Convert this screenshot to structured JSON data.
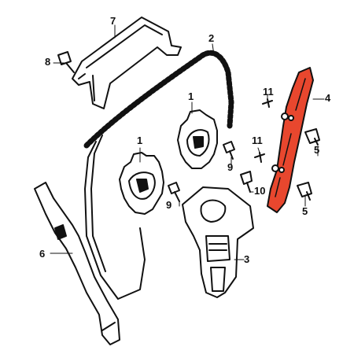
{
  "colors": {
    "ink": "#111111",
    "highlight": "#e8472e",
    "paper": "#ffffff"
  },
  "diagram": {
    "parts": [
      {
        "id": "p1",
        "label": "1",
        "part": "camshaft-sprocket",
        "highlighted": false
      },
      {
        "id": "p2",
        "label": "2",
        "part": "cam-chain",
        "highlighted": false
      },
      {
        "id": "p3",
        "label": "3",
        "part": "tensioner-assembly",
        "highlighted": false
      },
      {
        "id": "p4",
        "label": "4",
        "part": "chain-guide",
        "highlighted": true
      },
      {
        "id": "p5a",
        "label": "5",
        "part": "guide-bolt",
        "highlighted": false
      },
      {
        "id": "p5b",
        "label": "5",
        "part": "guide-bolt",
        "highlighted": false
      },
      {
        "id": "p6",
        "label": "6",
        "part": "tensioner-slipper",
        "highlighted": false
      },
      {
        "id": "p7",
        "label": "7",
        "part": "upper-chain-guide",
        "highlighted": false
      },
      {
        "id": "p8",
        "label": "8",
        "part": "bolt",
        "highlighted": false
      },
      {
        "id": "p9a",
        "label": "9",
        "part": "sprocket-bolt",
        "highlighted": false
      },
      {
        "id": "p9b",
        "label": "9",
        "part": "sprocket-bolt",
        "highlighted": false
      },
      {
        "id": "p10",
        "label": "10",
        "part": "tensioner-bolt",
        "highlighted": false
      },
      {
        "id": "p11a",
        "label": "11",
        "part": "dowel-pin",
        "highlighted": false
      },
      {
        "id": "p11b",
        "label": "11",
        "part": "dowel-pin",
        "highlighted": false
      }
    ]
  }
}
